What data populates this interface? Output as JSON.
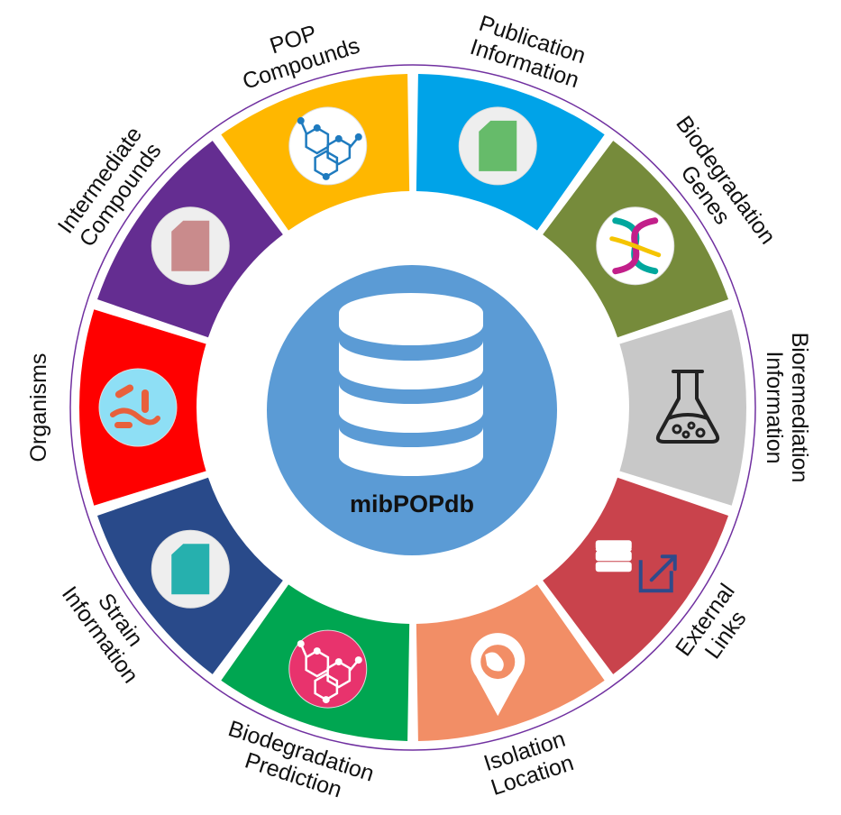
{
  "center": {
    "title": "mibPOPdb",
    "icon": "database-icon",
    "color": "#5B9BD5"
  },
  "ring_color": "#7030A0",
  "segments": [
    {
      "key": "publication",
      "lines": [
        "Publication",
        "Information"
      ],
      "color": "#00A3E8",
      "icon": "document-icon",
      "icon_color": "#66BB6A"
    },
    {
      "key": "genes",
      "lines": [
        "Biodegradation",
        "Genes"
      ],
      "color": "#768B3B",
      "icon": "dna-icon",
      "icon_color": "#00A79D"
    },
    {
      "key": "bioremediation",
      "lines": [
        "Bioremediation",
        "Information"
      ],
      "color": "#C8C8C8",
      "icon": "flask-icon",
      "icon_color": "#222222"
    },
    {
      "key": "links",
      "lines": [
        "External",
        "Links"
      ],
      "color": "#C9434C",
      "icon": "external-link-icon",
      "icon_color": "#2F4A8A"
    },
    {
      "key": "isolation",
      "lines": [
        "Isolation",
        "Location"
      ],
      "color": "#F28E66",
      "icon": "map-pin-icon",
      "icon_color": "#F28E66"
    },
    {
      "key": "prediction",
      "lines": [
        "Biodegradation",
        "Prediction"
      ],
      "color": "#00A651",
      "icon": "molecule-icon",
      "icon_color": "#E8336D"
    },
    {
      "key": "strain",
      "lines": [
        "Strain",
        "Information"
      ],
      "color": "#294A8A",
      "icon": "document-icon",
      "icon_color": "#26B0AE"
    },
    {
      "key": "organisms",
      "lines": [
        "Organisms"
      ],
      "color": "#FF0000",
      "icon": "bacteria-icon",
      "icon_color": "#8EDFF5"
    },
    {
      "key": "intermediate",
      "lines": [
        "Intermediate",
        "Compounds"
      ],
      "color": "#642D91",
      "icon": "document-icon",
      "icon_color": "#C98B8C"
    },
    {
      "key": "pop",
      "lines": [
        "POP",
        "Compounds"
      ],
      "color": "#FFB700",
      "icon": "molecule-icon",
      "icon_color": "#1F7BBF"
    }
  ]
}
